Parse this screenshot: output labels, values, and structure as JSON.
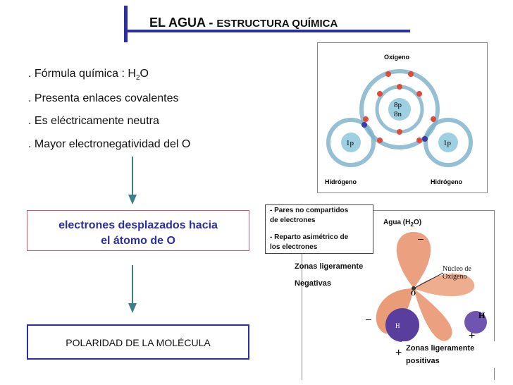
{
  "title": {
    "main": "EL AGUA - ",
    "sub": "ESTRUCTURA QUÍMICA"
  },
  "bullets": [
    {
      "text": ". Fórmula química :  H",
      "sub": "2",
      "suffix": "O"
    },
    {
      "text": ". Presenta enlaces  covalentes"
    },
    {
      "text": ". Es eléctricamente neutra"
    },
    {
      "text": ". Mayor electronegatividad del O"
    }
  ],
  "box1": {
    "line1": "electrones   desplazados hacia",
    "line2": "el  átomo de O"
  },
  "box2": {
    "text": "POLARIDAD DE LA MOLÉCULA"
  },
  "molecule": {
    "oxygen_label": "Oxígeno",
    "oxygen_nucleus": [
      "8p",
      "8n"
    ],
    "hydrogen_left": "Hidrógeno",
    "hydrogen_right": "Hidrógeno",
    "h_nucleus": "1p",
    "colors": {
      "proton": "#e04a3a",
      "electron": "#3a3aa0",
      "orbit": "#7ab0c8",
      "nucleus": "#9fd0e2"
    }
  },
  "orbital": {
    "pares_line1": "- Pares no compartidos",
    "pares_line2": "  de electrones",
    "reparto_line1": "- Reparto asimétrico de",
    "reparto_line2": "  los electrones",
    "agua_label_pre": "Agua (H",
    "agua_label_sub": "2",
    "agua_label_post": "O)",
    "zona_neg_line1": "Zonas ligeramente",
    "zona_neg_line2": "Negativas",
    "nucleo_line1": "Núcleo de",
    "nucleo_line2": "Oxígeno",
    "o_label": "O",
    "h_label": "H",
    "h_label2": "H",
    "minus": "–",
    "plus": "+",
    "zona_pos_line1": "Zonas ligeramente",
    "zona_pos_line2": "positivas",
    "colors": {
      "lobe": "#e8916a",
      "h_sphere": "#5a3e9e"
    }
  }
}
